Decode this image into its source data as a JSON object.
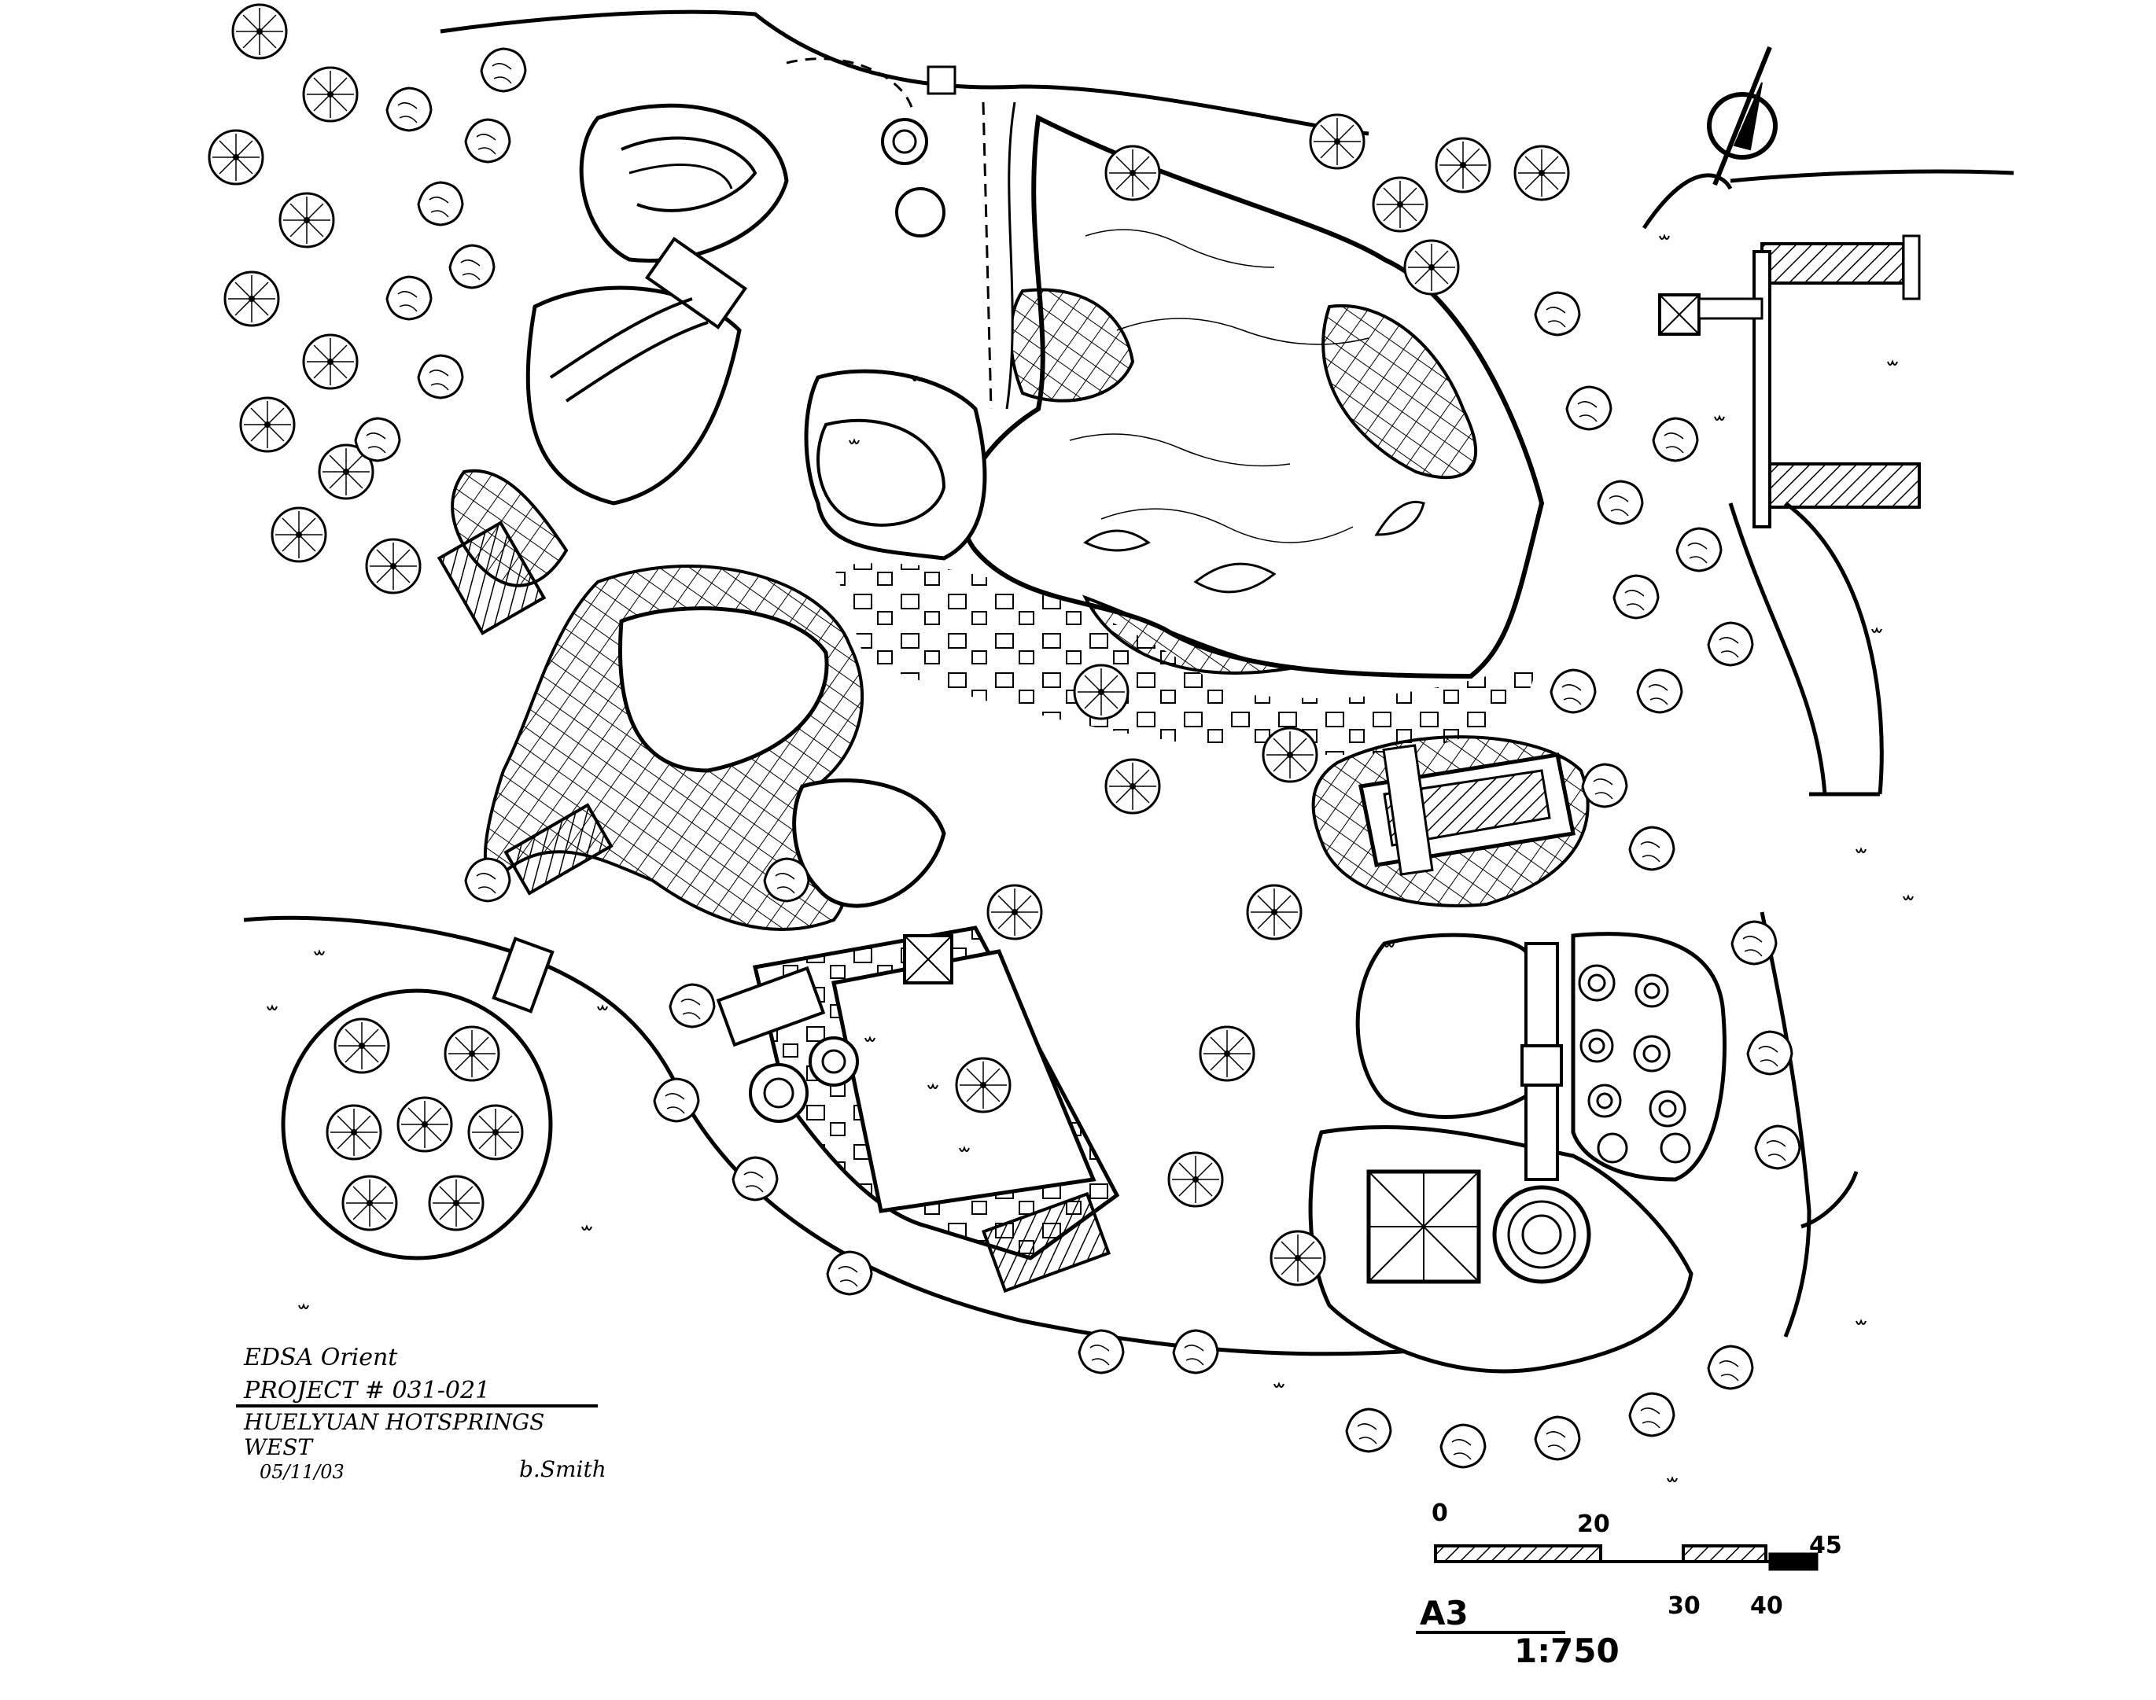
{
  "title_block": {
    "client": "EDSA Orient",
    "project": "PROJECT # 031-021",
    "name": "HUELYUAN HOTSPRINGS",
    "area": "WEST",
    "date": "05/11/03",
    "signature": "b.Smith"
  },
  "scale_bar": {
    "ticks": [
      "0",
      "20",
      "30",
      "40",
      "45"
    ],
    "paper_size": "A3",
    "ratio": "1:750"
  },
  "north_arrow": {
    "icon": "north-arrow-icon"
  },
  "colors": {
    "ink": "#000000",
    "paper": "#ffffff"
  }
}
